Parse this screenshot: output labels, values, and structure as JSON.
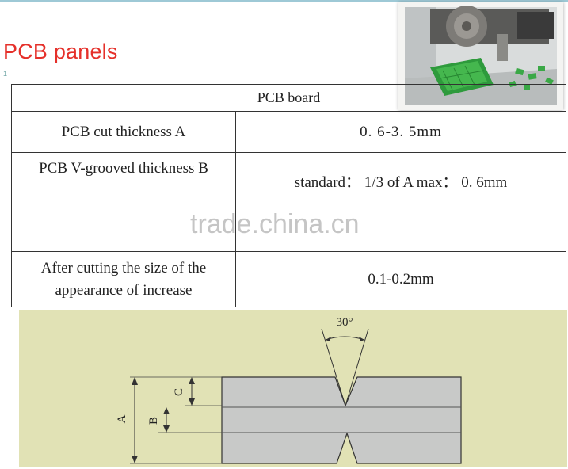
{
  "heading": "PCB panels",
  "heading_mark": "1",
  "watermark": "trade.china.cn",
  "table": {
    "title": "PCB board",
    "rows": [
      {
        "label": "PCB  cut thickness    A",
        "value": "0. 6-3. 5mm"
      },
      {
        "label": "PCB  V-grooved thickness B",
        "value": "standard： 1/3 of A    max： 0. 6mm"
      },
      {
        "label": "After cutting the size of the appearance of increase",
        "value": "0.1-0.2mm"
      }
    ]
  },
  "diagram": {
    "angle_label": "30°",
    "dim_a": "A",
    "dim_b": "B",
    "dim_c": "C"
  },
  "colors": {
    "heading": "#e5302a",
    "diagram_background": "#e1e2b5",
    "board": "#c8c9c8"
  },
  "icons": {
    "photo": "v-cut-machine-photo"
  }
}
